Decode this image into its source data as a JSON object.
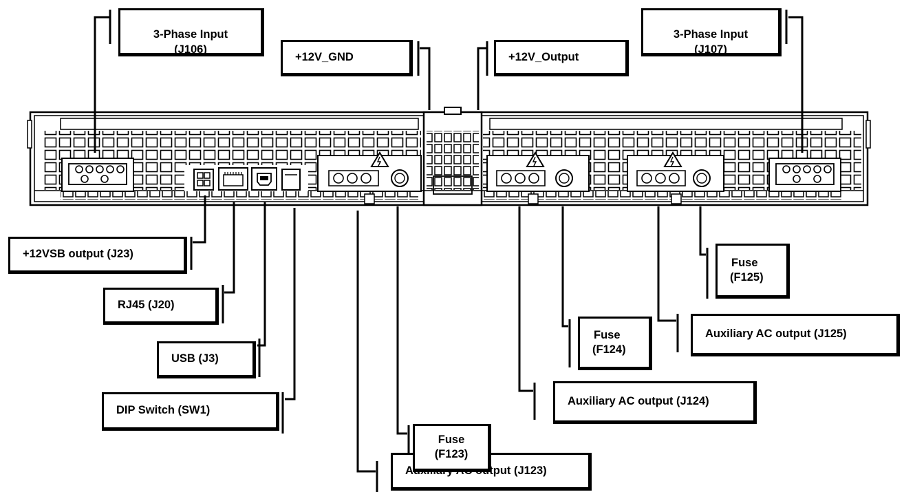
{
  "labels": {
    "phase_in_j106": {
      "line1": "3-Phase Input",
      "line2": "(J106)"
    },
    "gnd_12v": "+12V_GND",
    "output_12v": "+12V_Output",
    "phase_in_j107": {
      "line1": "3-Phase Input",
      "line2": "(J107)"
    },
    "vsb_j23": "+12VSB output (J23)",
    "rj45_j20": "RJ45 (J20)",
    "usb_j3": "USB (J3)",
    "dip_sw1": "DIP Switch (SW1)",
    "aux_j123": "Auxiliary AC output (J123)",
    "fuse_f123": {
      "line1": "Fuse",
      "line2": "(F123)"
    },
    "aux_j124": "Auxiliary AC output (J124)",
    "fuse_f124": {
      "line1": "Fuse",
      "line2": "(F124)"
    },
    "aux_j125": "Auxiliary AC output (J125)",
    "fuse_f125": {
      "line1": "Fuse",
      "line2": "(F125)"
    }
  }
}
